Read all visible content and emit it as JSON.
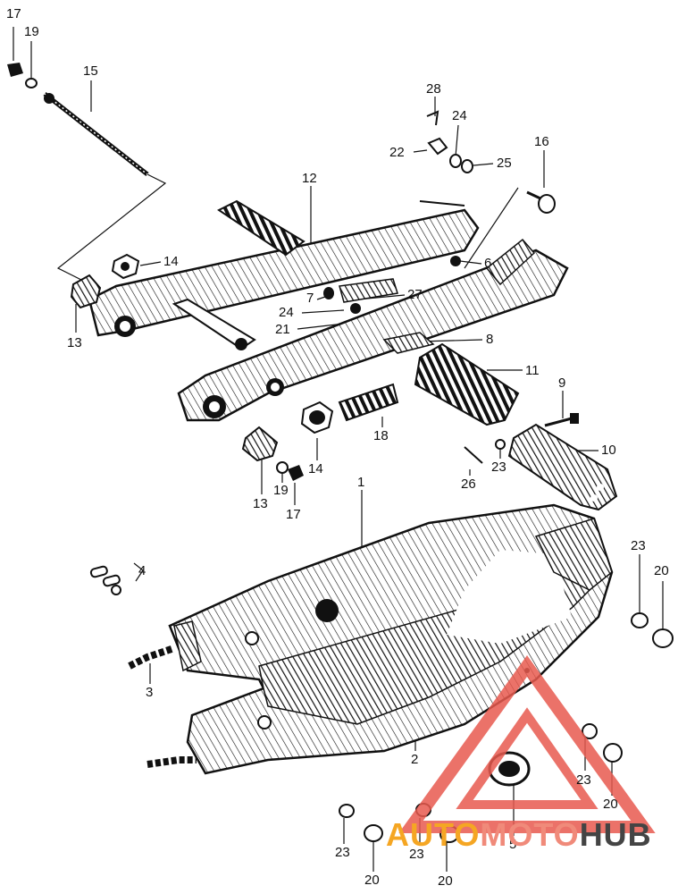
{
  "callouts": [
    {
      "id": "c17a",
      "text": "17"
    },
    {
      "id": "c19a",
      "text": "19"
    },
    {
      "id": "c15",
      "text": "15"
    },
    {
      "id": "c28",
      "text": "28"
    },
    {
      "id": "c24a",
      "text": "24"
    },
    {
      "id": "c22",
      "text": "22"
    },
    {
      "id": "c25",
      "text": "25"
    },
    {
      "id": "c16",
      "text": "16"
    },
    {
      "id": "c12",
      "text": "12"
    },
    {
      "id": "c14a",
      "text": "14"
    },
    {
      "id": "c6",
      "text": "6"
    },
    {
      "id": "c7",
      "text": "7"
    },
    {
      "id": "c27",
      "text": "27"
    },
    {
      "id": "c13a",
      "text": "13"
    },
    {
      "id": "c24b",
      "text": "24"
    },
    {
      "id": "c21",
      "text": "21"
    },
    {
      "id": "c8",
      "text": "8"
    },
    {
      "id": "c11",
      "text": "11"
    },
    {
      "id": "c9",
      "text": "9"
    },
    {
      "id": "c18",
      "text": "18"
    },
    {
      "id": "c14b",
      "text": "14"
    },
    {
      "id": "c10",
      "text": "10"
    },
    {
      "id": "c23a",
      "text": "23"
    },
    {
      "id": "c13b",
      "text": "13"
    },
    {
      "id": "c19b",
      "text": "19"
    },
    {
      "id": "c17b",
      "text": "17"
    },
    {
      "id": "c26",
      "text": "26"
    },
    {
      "id": "c1",
      "text": "1"
    },
    {
      "id": "c23b",
      "text": "23"
    },
    {
      "id": "c20a",
      "text": "20"
    },
    {
      "id": "c4",
      "text": "4"
    },
    {
      "id": "c3",
      "text": "3"
    },
    {
      "id": "c2",
      "text": "2"
    },
    {
      "id": "c23c",
      "text": "23"
    },
    {
      "id": "c20b",
      "text": "20"
    },
    {
      "id": "c5",
      "text": "5"
    },
    {
      "id": "c23d",
      "text": "23"
    },
    {
      "id": "c20c",
      "text": "20"
    },
    {
      "id": "c23e",
      "text": "23"
    },
    {
      "id": "c20d",
      "text": "20"
    }
  ],
  "watermark": {
    "part1": "AUTO",
    "part2": "MOTO",
    "part3": "HUB",
    "colors": {
      "auto": "#f5a623",
      "moto": "#f08a7a",
      "hub": "#444444",
      "triangle": "#e85a4f"
    }
  }
}
